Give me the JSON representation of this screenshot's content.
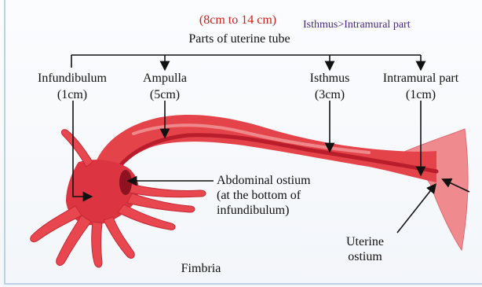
{
  "header": {
    "length_range": "(8cm to 14 cm)",
    "title": "Parts of uterine tube",
    "comparison_note": "Isthmus>Intramural part"
  },
  "parts": [
    {
      "name": "Infundibulum",
      "length": "(1cm)"
    },
    {
      "name": "Ampulla",
      "length": "(5cm)"
    },
    {
      "name": "Isthmus",
      "length": "(3cm)"
    },
    {
      "name": "Intramural part",
      "length": "(1cm)"
    }
  ],
  "annotations": {
    "abdominal_ostium": [
      "Abdominal ostium",
      "(at the bottom of",
      "infundibulum)"
    ],
    "uterine_ostium": [
      "Uterine",
      "ostium"
    ],
    "fimbria": "Fimbria"
  },
  "colors": {
    "length_range": "#c8231f",
    "comparison_note": "#4a2a86",
    "tube_body": "#e5434a",
    "tube_dark": "#c92230",
    "tube_light": "#f08f8f",
    "uterus": "#ef8a8e",
    "background": "#f5f7fb",
    "frame": "#bcd0e6"
  }
}
